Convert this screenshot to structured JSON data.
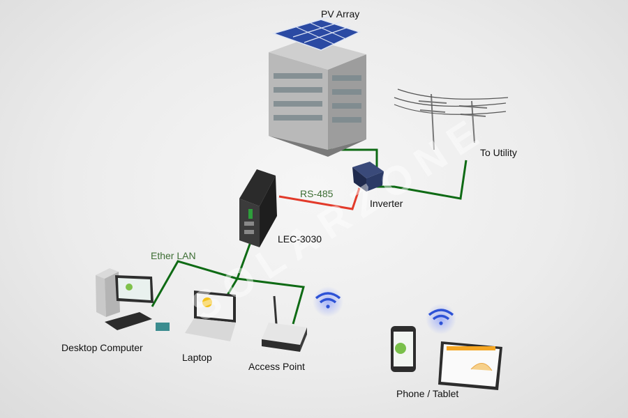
{
  "labels": {
    "pv_array": "PV Array",
    "to_utility": "To Utility",
    "rs485": "RS-485",
    "inverter": "Inverter",
    "lec": "LEC-3030",
    "ether_lan": "Ether LAN",
    "desktop": "Desktop Computer",
    "laptop": "Laptop",
    "access_point": "Access Point",
    "phone_tablet": "Phone / Tablet"
  },
  "watermark": "SOLARZONE",
  "colors": {
    "ethernet": "#0e6a14",
    "rs485": "#e23a2a",
    "power": "#0e6a14",
    "wifi": "#2d52d6",
    "label_green": "#3d6e34"
  },
  "icons": [
    "building-icon",
    "solar-panel-icon",
    "power-pole-icon",
    "inverter-icon",
    "controller-icon",
    "desktop-icon",
    "laptop-icon",
    "router-icon",
    "wifi-icon",
    "phone-icon",
    "tablet-icon"
  ]
}
